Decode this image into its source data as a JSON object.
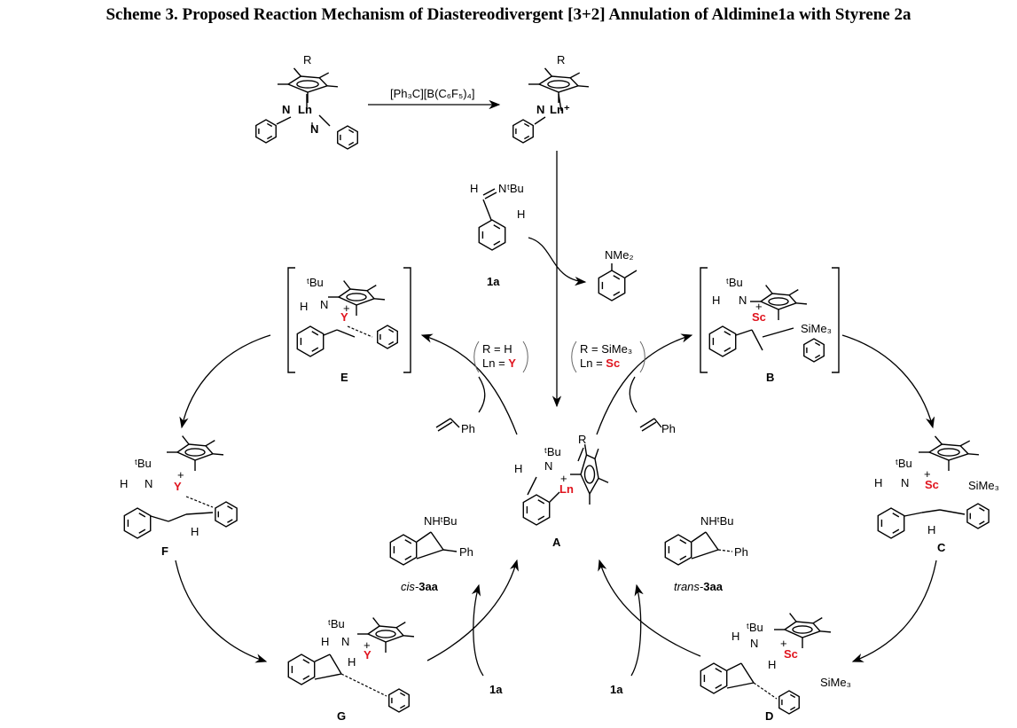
{
  "title": "Scheme 3. Proposed Reaction Mechanism of Diastereodivergent [3+2] Annulation of Aldimine1a with Styrene 2a",
  "reagent": "[Ph₃C][B(C₆F₅)₄]",
  "precursor": {
    "R": "R",
    "Ln": "Ln",
    "N1": "N",
    "N2": "N"
  },
  "cation": {
    "R": "R",
    "Ln": "Ln⁺",
    "N": "N"
  },
  "substrate_1a": {
    "H_imine": "H",
    "N": "N",
    "tBu": "ᵗBu",
    "H_ortho": "H",
    "label": "1a"
  },
  "byproduct": {
    "NMe2": "NMe₂"
  },
  "conditions_left": {
    "R": "R = H",
    "Ln_prefix": "Ln = ",
    "Ln": "Y"
  },
  "conditions_right": {
    "R": "R = SiMe₃",
    "Ln_prefix": "Ln = ",
    "Ln": "Sc"
  },
  "styrene_left": "Ph",
  "styrene_right": "Ph",
  "intermediates": {
    "A": {
      "label": "A",
      "tBu": "ᵗBu",
      "N": "N",
      "H": "H",
      "R": "R",
      "metal": "Ln",
      "charge": "+"
    },
    "B": {
      "label": "B",
      "tBu": "ᵗBu",
      "N": "N",
      "H": "H",
      "metal": "Sc",
      "charge": "+",
      "SiMe3": "SiMe₃"
    },
    "C": {
      "label": "C",
      "tBu": "ᵗBu",
      "N": "N",
      "H": "H",
      "metal": "Sc",
      "charge": "+",
      "SiMe3": "SiMe₃",
      "H2": "H"
    },
    "D": {
      "label": "D",
      "tBu": "ᵗBu",
      "N": "N",
      "H": "H",
      "metal": "Sc",
      "charge": "+",
      "SiMe3": "SiMe₃",
      "H2": "H"
    },
    "E": {
      "label": "E",
      "tBu": "ᵗBu",
      "N": "N",
      "H": "H",
      "metal": "Y",
      "charge": "+"
    },
    "F": {
      "label": "F",
      "tBu": "ᵗBu",
      "N": "N",
      "H": "H",
      "metal": "Y",
      "charge": "+",
      "H2": "H"
    },
    "G": {
      "label": "G",
      "tBu": "ᵗBu",
      "N": "N",
      "H": "H",
      "metal": "Y",
      "charge": "+",
      "H2": "H"
    }
  },
  "product_cis": {
    "NH": "NHᵗBu",
    "Ph": "Ph",
    "prefix": "cis-",
    "label": "3aa"
  },
  "product_trans": {
    "NH": "NHᵗBu",
    "Ph": "Ph",
    "prefix": "trans-",
    "label": "3aa"
  },
  "input_left": "1a",
  "input_right": "1a",
  "colors": {
    "metal_highlight": "#e0141e"
  }
}
